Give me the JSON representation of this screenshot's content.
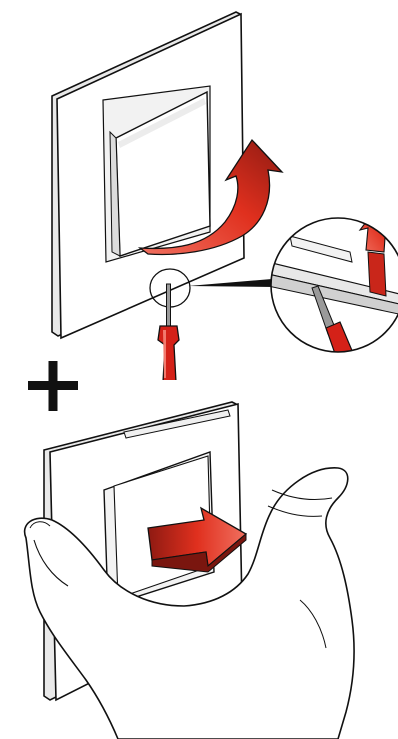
{
  "figure": {
    "kind": "installation-instructions",
    "steps": [
      {
        "action": "pry-off-rocker-with-screwdriver"
      },
      {
        "action": "pull-out-insert-by-hand"
      }
    ],
    "operator_symbol": "plus"
  },
  "colors": {
    "outline": "#111111",
    "plate_white": "#ffffff",
    "plate_shadow": "#e6e6e6",
    "plate_mid": "#d2d2d2",
    "arrow_red": "#e0301e",
    "arrow_red_light": "#f07060",
    "arrow_red_dark": "#8e1a12",
    "screwdriver_red": "#d42118",
    "screwdriver_tip": "#9a9a9a"
  },
  "icons": [
    "screwdriver-icon",
    "curved-arrow-icon",
    "plus-icon",
    "straight-arrow-icon",
    "hand-icon",
    "magnifier-callout-icon"
  ]
}
